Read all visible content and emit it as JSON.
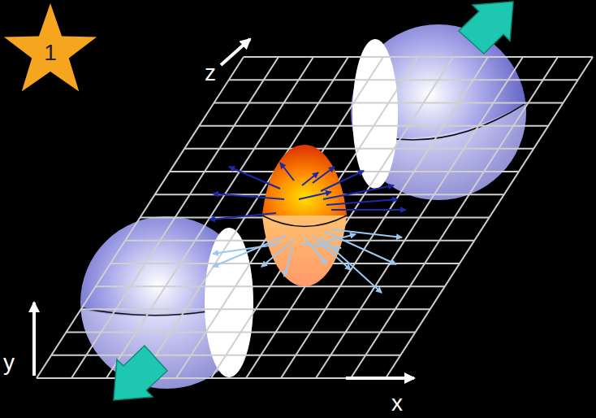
{
  "diagram": {
    "nodes": [
      {
        "text": [
          "1"
        ]
      }
    ],
    "labels": [
      "z",
      "y",
      "x"
    ]
  }
}
